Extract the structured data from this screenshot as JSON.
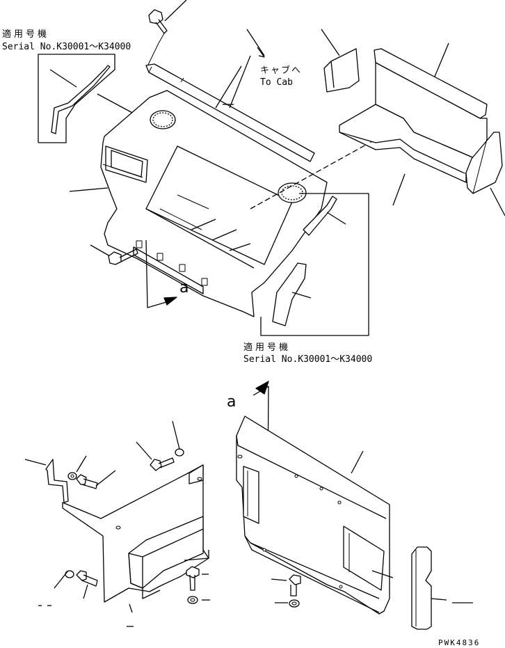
{
  "top_left_note": {
    "title": "適用号機",
    "serial": "Serial No.K30001～K34000"
  },
  "cab_note": {
    "japanese": "キャブへ",
    "english": "To Cab"
  },
  "right_note": {
    "title": "適用号機",
    "serial": "Serial No.K30001～K34000"
  },
  "view_markers": {
    "upper": "a",
    "lower": "a"
  },
  "drawing_number": "PWK4836"
}
